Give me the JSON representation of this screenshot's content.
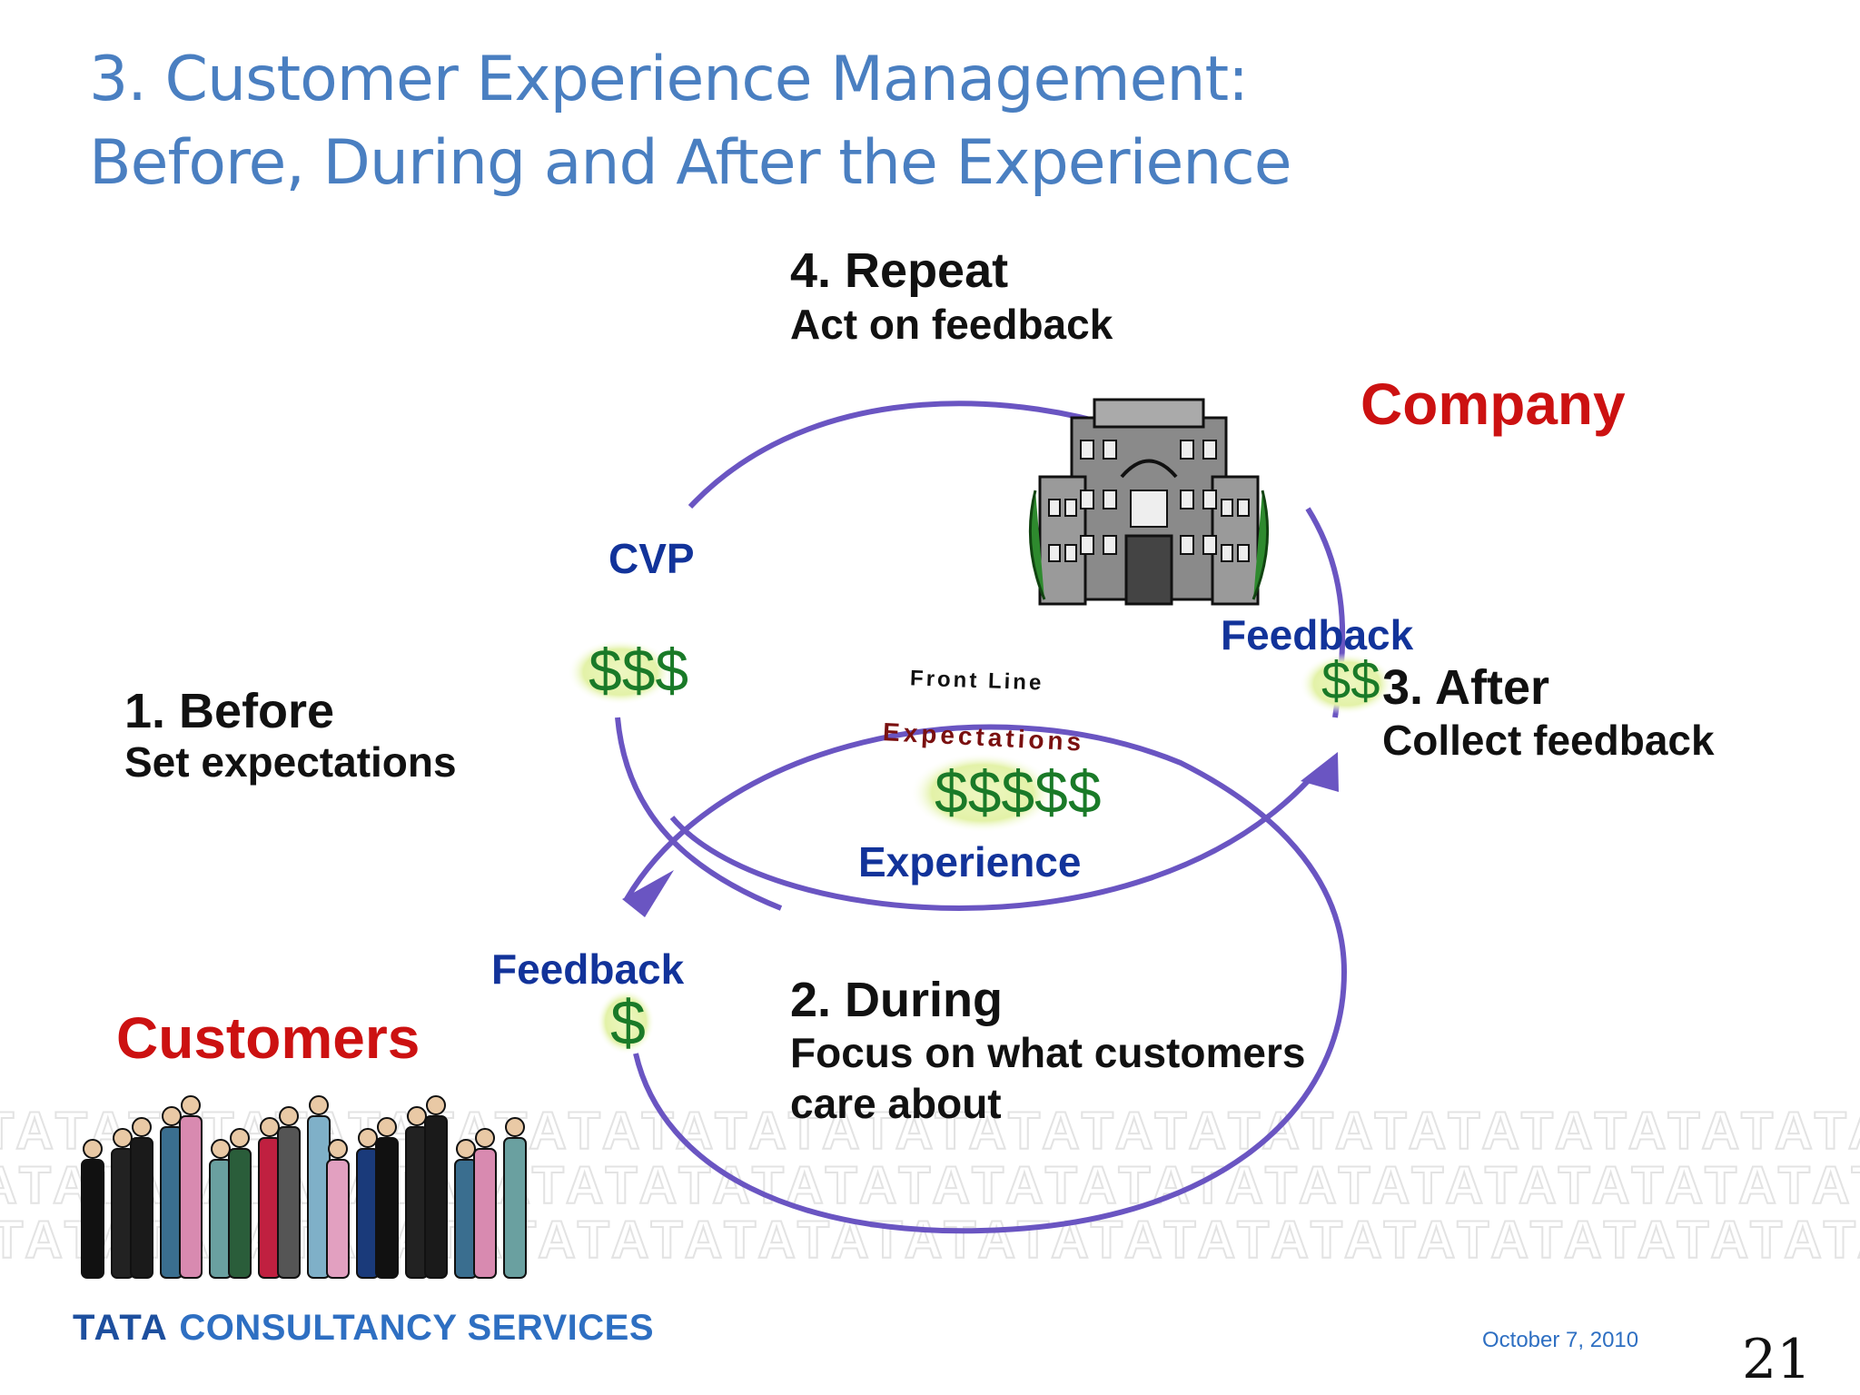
{
  "title": {
    "line1": "3. Customer Experience Management:",
    "line2": "Before, During and After the Experience"
  },
  "steps": {
    "repeat": {
      "heading": "4. Repeat",
      "text": "Act on feedback"
    },
    "before": {
      "heading": "1. Before",
      "text": "Set expectations"
    },
    "after": {
      "heading": "3. After",
      "text": "Collect feedback"
    },
    "during": {
      "heading": "2. During",
      "line1": "Focus on what customers",
      "line2": "care about"
    }
  },
  "labels": {
    "company": "Company",
    "customers": "Customers",
    "cvp": "CVP",
    "feedback_top": "Feedback",
    "feedback_bottom": "Feedback",
    "experience": "Experience",
    "front_line": "Front Line",
    "expectations": "Expectations"
  },
  "money": {
    "cvp": "$$$",
    "feedback_top": "$$",
    "experience": "$$$$$",
    "feedback_bottom": "$"
  },
  "footer": {
    "logo_brand": "TATA",
    "logo_text": "CONSULTANCY SERVICES",
    "date": "October 7, 2010",
    "page": "21"
  },
  "pattern_word": "TATA",
  "colors": {
    "title": "#4a7fc1",
    "loop": "#6a55c2",
    "label_blue": "#12339a",
    "label_red": "#cc1111",
    "money_green": "#1a7a28",
    "money_halo": "#e8f4b8"
  }
}
